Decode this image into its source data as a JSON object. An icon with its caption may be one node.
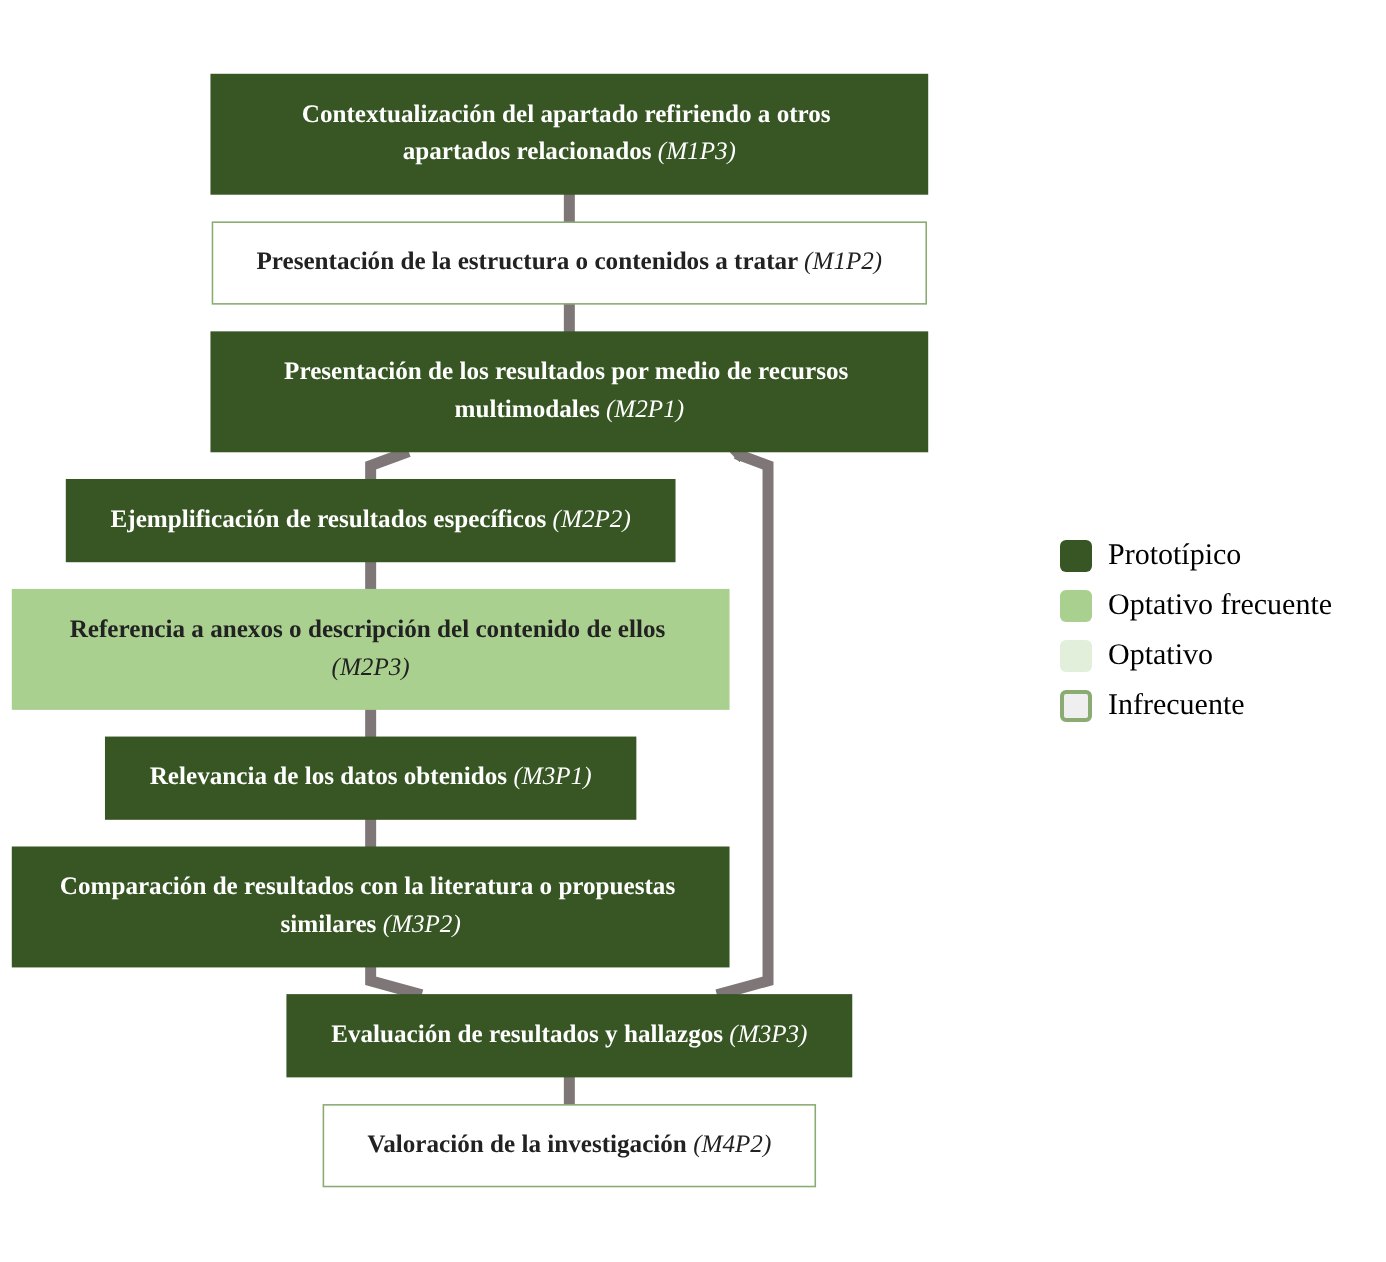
{
  "diagram": {
    "nodes": [
      {
        "text": [
          "Contextualización del apartado refiriendo a otros apartados relacionados *(M1P3)*"
        ]
      },
      {
        "text": [
          "Presentación de la estructura o contenidos a tratar *(M1P2)*"
        ]
      },
      {
        "text": [
          "Presentación de los resultados por medio de recursos multimodales *(M2P1)*"
        ]
      },
      {
        "text": [
          "Ejemplificación de resultados específicos *(M2P2)*"
        ]
      },
      {
        "text": [
          "Referencia a anexos o descripción del contenido de ellos *(M2P3)*"
        ]
      },
      {
        "text": [
          "Relevancia de los datos obtenidos *(M3P1)*"
        ]
      },
      {
        "text": [
          "Comparación de resultados con la literatura o propuestas similares *(M3P2)*"
        ]
      },
      {
        "text": [
          "Evaluación de resultados y hallazgos *(M3P3)*"
        ]
      },
      {
        "text": [
          "Valoración de la investigación *(M4P2)*"
        ]
      }
    ],
    "edges": [
      {
        "from": 0,
        "to": 1,
        "arrow": "none"
      },
      {
        "from": 1,
        "to": 2,
        "arrow": "none"
      },
      {
        "from": 2,
        "to": 3,
        "arrow": "none"
      },
      {
        "from": 3,
        "to": 4,
        "arrow": "none"
      },
      {
        "from": 4,
        "to": 5,
        "arrow": "none"
      },
      {
        "from": 5,
        "to": 6,
        "arrow": "none"
      },
      {
        "from": 6,
        "to": 7,
        "arrow": "none"
      },
      {
        "from": 7,
        "to": 8,
        "arrow": "none"
      },
      {
        "from": 7,
        "to": 2,
        "arrow": "to"
      }
    ],
    "legend": [
      {
        "text": "Prototípico",
        "color": "#375623"
      },
      {
        "text": "Optativo frecuente",
        "color": "#a9d08e"
      },
      {
        "text": "Optativo",
        "color": "#e2efda"
      },
      {
        "text": "Infrecuente",
        "color": "#efefef"
      }
    ]
  }
}
